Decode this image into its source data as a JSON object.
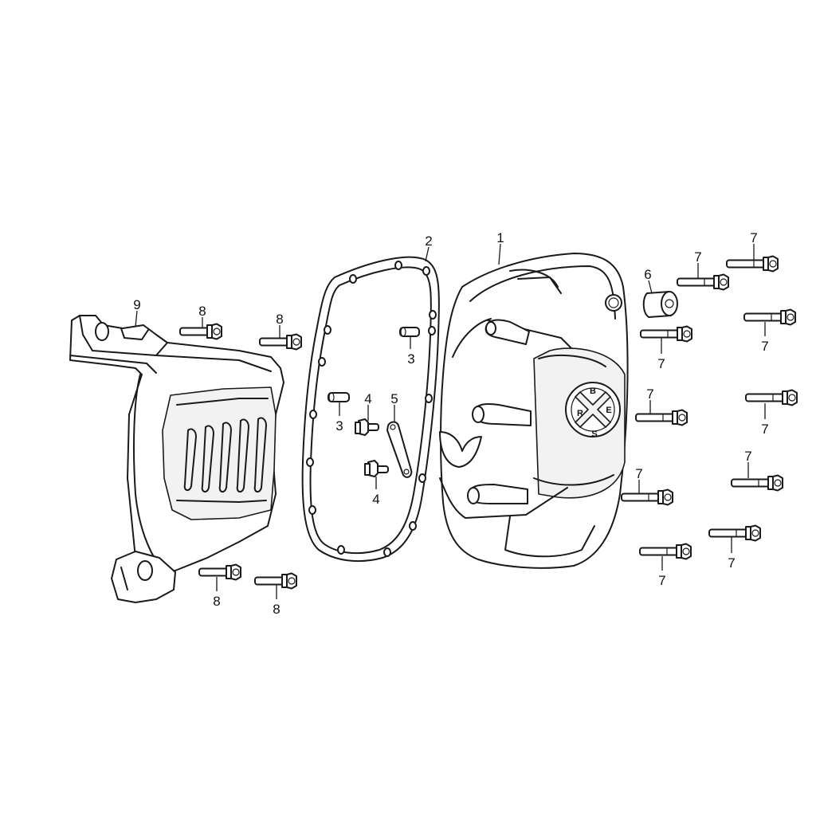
{
  "diagram": {
    "callouts": {
      "cover": "1",
      "gasket": "2",
      "dowel_upper": "3",
      "dowel_lower": "3",
      "screw_upper": "4",
      "screw_lower": "4",
      "strap": "5",
      "plug": "6",
      "bolt_a": "7",
      "bolt_b": "7",
      "bolt_c": "7",
      "bolt_d": "7",
      "bolt_e": "7",
      "bolt_f": "7",
      "bolt_g": "7",
      "bolt_h": "7",
      "bolt_i": "7",
      "bolt_j": "7",
      "guard_bolt_a": "8",
      "guard_bolt_b": "8",
      "guard_bolt_c": "8",
      "guard_bolt_d": "8",
      "guard": "9"
    },
    "emblem_letters": [
      "B",
      "E",
      "S",
      "R"
    ]
  }
}
